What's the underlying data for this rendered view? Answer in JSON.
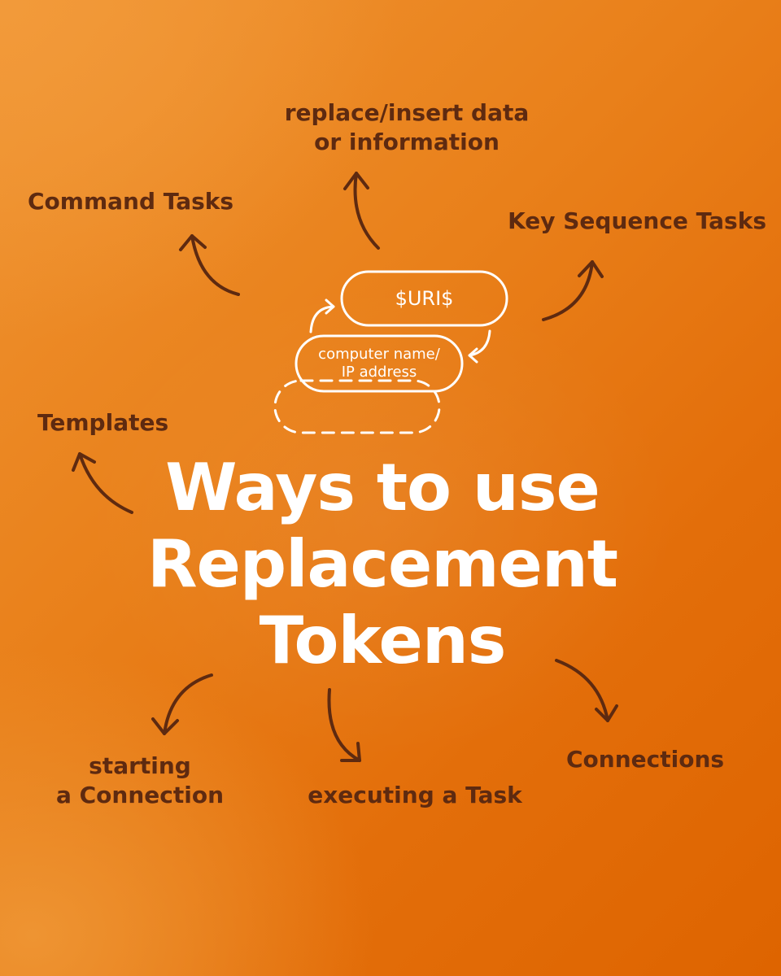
{
  "title": {
    "line1": "Ways to use",
    "line2": "Replacement",
    "line3": "Tokens"
  },
  "token_graphic": {
    "token_label": "$URI$",
    "replacement_line1": "computer name/",
    "replacement_line2": "IP address"
  },
  "branches": {
    "replace_insert": {
      "line1": "replace/insert data",
      "line2": "or information"
    },
    "command_tasks": "Command Tasks",
    "key_sequence_tasks": "Key Sequence Tasks",
    "templates": "Templates",
    "starting_connection": {
      "line1": "starting",
      "line2": "a Connection"
    },
    "executing_task": "executing a Task",
    "connections": "Connections"
  },
  "colors": {
    "background": "#e9801a",
    "label_text": "#5e2a10",
    "title_text": "#ffffff",
    "arrow_stroke": "#5e2a10",
    "pill_stroke": "#ffffff"
  }
}
